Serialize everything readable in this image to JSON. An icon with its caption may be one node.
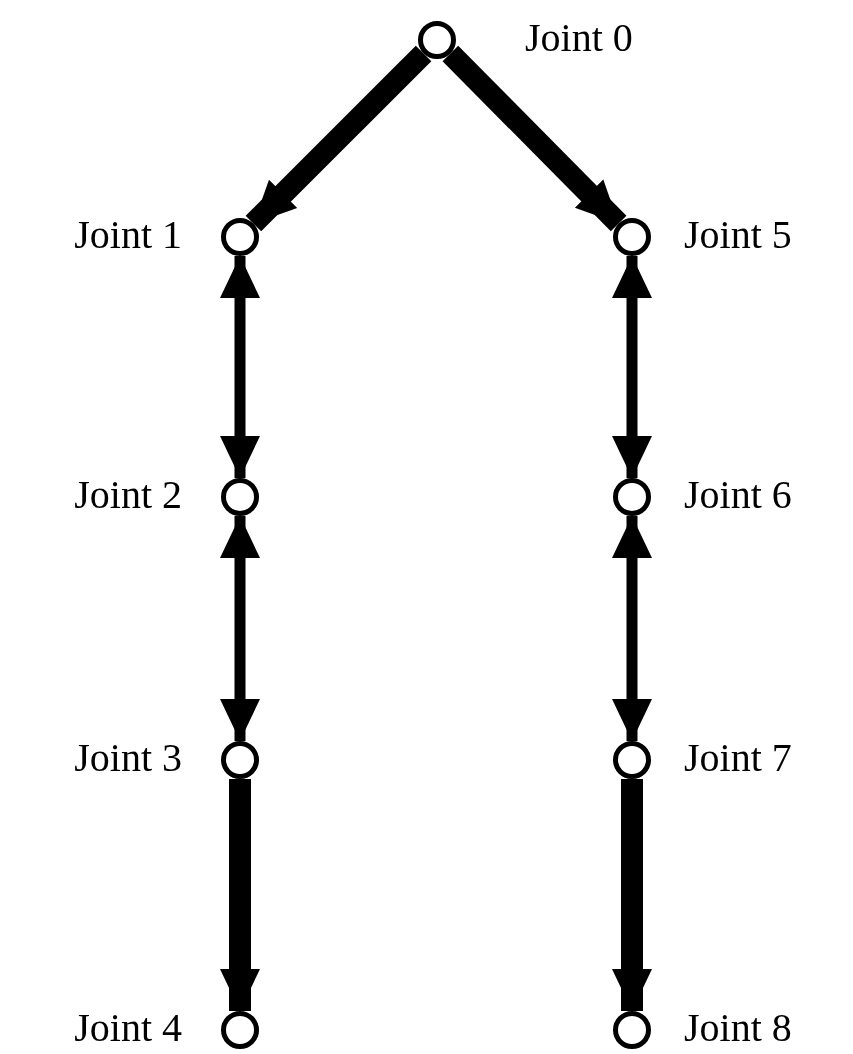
{
  "diagram": {
    "nodes": [
      {
        "text": [],
        "shape": "circle",
        "beside": [
          "Joint 0"
        ]
      },
      {
        "text": [],
        "shape": "circle",
        "beside": [
          "Joint 1"
        ]
      },
      {
        "text": [],
        "shape": "circle",
        "beside": [
          "Joint 2"
        ]
      },
      {
        "text": [],
        "shape": "circle",
        "beside": [
          "Joint 3"
        ]
      },
      {
        "text": [],
        "shape": "circle",
        "beside": [
          "Joint 4"
        ]
      },
      {
        "text": [],
        "shape": "circle",
        "beside": [
          "Joint 5"
        ]
      },
      {
        "text": [],
        "shape": "circle",
        "beside": [
          "Joint 6"
        ]
      },
      {
        "text": [],
        "shape": "circle",
        "beside": [
          "Joint 7"
        ]
      },
      {
        "text": [],
        "shape": "circle",
        "beside": [
          "Joint 8"
        ]
      }
    ],
    "edges": [
      {
        "from": 0,
        "to": 1,
        "arrow": "to",
        "style": "thick"
      },
      {
        "from": 0,
        "to": 5,
        "arrow": "to",
        "style": "thick"
      },
      {
        "from": 1,
        "to": 2,
        "arrow": "both"
      },
      {
        "from": 2,
        "to": 3,
        "arrow": "both"
      },
      {
        "from": 3,
        "to": 4,
        "arrow": "to",
        "style": "thick"
      },
      {
        "from": 5,
        "to": 6,
        "arrow": "both"
      },
      {
        "from": 6,
        "to": 7,
        "arrow": "both"
      },
      {
        "from": 7,
        "to": 8,
        "arrow": "to",
        "style": "thick"
      }
    ]
  }
}
